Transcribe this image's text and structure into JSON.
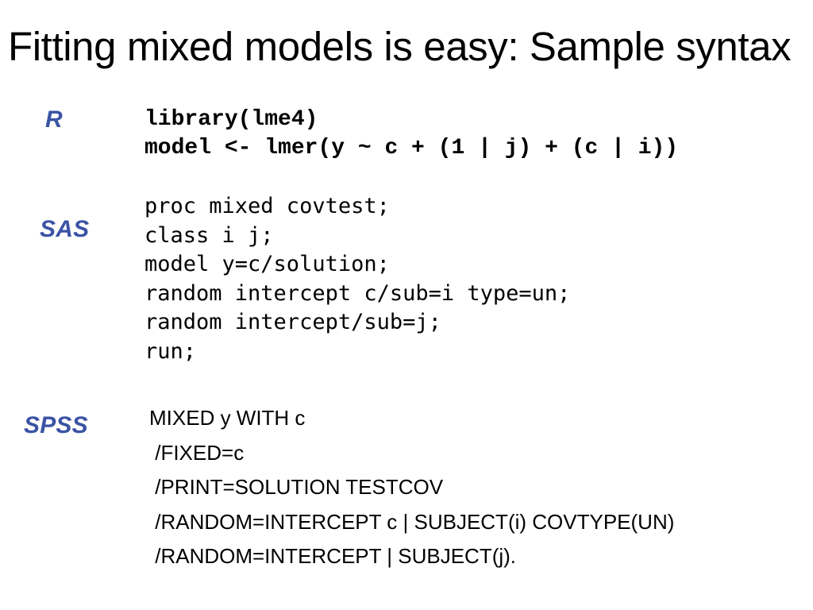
{
  "slide": {
    "title": "Fitting mixed models is easy: Sample syntax",
    "background_color": "#FFFFFF",
    "label_color": "#3A53A4",
    "text_color": "#000000"
  },
  "blocks": [
    {
      "id": "r",
      "label": "R",
      "code": "library(lme4)\nmodel <- lmer(y ~ c + (1 | j) + (c | i))",
      "lines": [
        "library(lme4)",
        "model <- lmer(y ~ c + (1 | j) + (c | i))"
      ]
    },
    {
      "id": "sas",
      "label": "SAS",
      "code": "proc mixed covtest;\nclass i j;\nmodel y=c/solution;\nrandom intercept c/sub=i type=un;\nrandom intercept/sub=j;\nrun;",
      "lines": [
        "proc mixed covtest;",
        "class i j;",
        "model y=c/solution;",
        "random intercept c/sub=i type=un;",
        "random intercept/sub=j;",
        "run;"
      ]
    },
    {
      "id": "spss",
      "label": "SPSS",
      "code": "MIXED y WITH c\n /FIXED=c\n /PRINT=SOLUTION TESTCOV\n /RANDOM=INTERCEPT c | SUBJECT(i) COVTYPE(UN)\n /RANDOM=INTERCEPT | SUBJECT(j).",
      "lines": [
        "MIXED y WITH c",
        " /FIXED=c",
        " /PRINT=SOLUTION TESTCOV",
        " /RANDOM=INTERCEPT c | SUBJECT(i) COVTYPE(UN)",
        " /RANDOM=INTERCEPT | SUBJECT(j)."
      ]
    }
  ]
}
